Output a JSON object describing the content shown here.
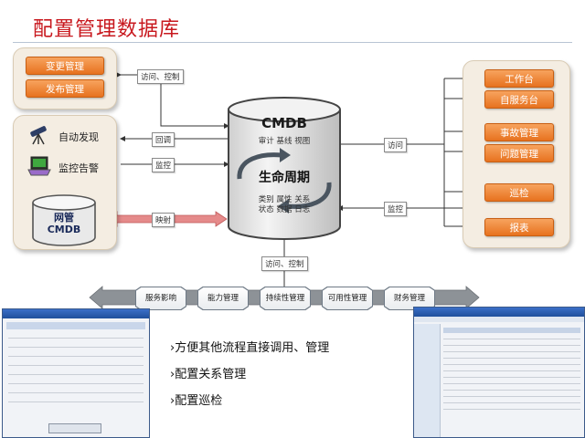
{
  "title": "配置管理数据库",
  "left_top": {
    "buttons": [
      "变更管理",
      "发布管理"
    ]
  },
  "left_mid": {
    "items": [
      "自动发现",
      "监控告警"
    ],
    "netmgr": [
      "网管",
      "CMDB"
    ]
  },
  "right": {
    "buttons": [
      "工作台",
      "自服务台",
      "事故管理",
      "问题管理",
      "巡检",
      "报表"
    ]
  },
  "cmdb": {
    "title": "CMDB",
    "top_text": "审计 基线 视图",
    "lifecycle": "生命周期",
    "bottom_text_1": "类别 属性 关系",
    "bottom_text_2": "状态 数据 日志"
  },
  "labels": {
    "access_top": "访问、控制",
    "return": "回调",
    "monitor_left": "监控",
    "mapping": "映射",
    "access_right": "访问",
    "monitor_right": "监控",
    "access_bottom": "访问、控制"
  },
  "services": [
    "服务影响",
    "能力管理",
    "持续性管理",
    "可用性管理",
    "财务管理"
  ],
  "bullets": [
    "方便其他流程直接调用、管理",
    "配置关系管理",
    "配置巡检"
  ],
  "colors": {
    "title": "#c8181e",
    "button": "#e7721f",
    "panel": "#f4ede2",
    "mapping_arrow": "#e58a8a"
  }
}
